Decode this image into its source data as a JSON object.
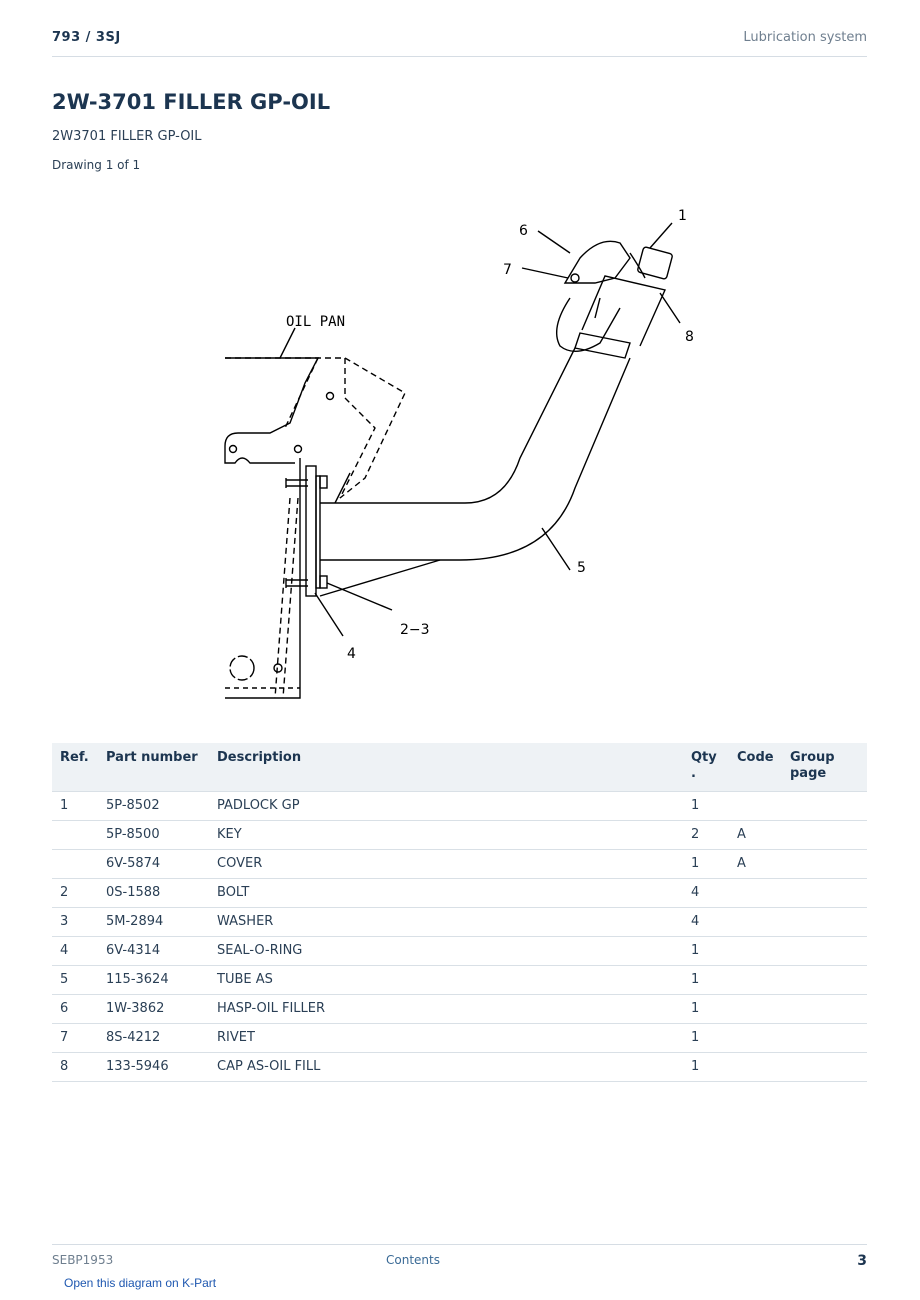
{
  "header": {
    "model": "793  /  3SJ",
    "section": "Lubrication system"
  },
  "title": "2W-3701 FILLER GP-OIL",
  "subtitle": "2W3701 FILLER GP-OIL",
  "drawing_label": "Drawing 1 of 1",
  "diagram": {
    "label_oil_pan": "OIL PAN",
    "callouts": {
      "c1": "1",
      "c5": "5",
      "c6": "6",
      "c7": "7",
      "c8": "8",
      "c23": "2−3",
      "c4": "4"
    }
  },
  "table": {
    "headers": {
      "ref": "Ref.",
      "part": "Part number",
      "desc": "Description",
      "qty": "Qty\n.",
      "code": "Code",
      "group": "Group\npage"
    },
    "rows": [
      {
        "ref": "1",
        "part": "5P-8502",
        "desc": "PADLOCK GP",
        "qty": "1",
        "code": "",
        "group": ""
      },
      {
        "ref": "",
        "part": "5P-8500",
        "desc": "KEY",
        "qty": "2",
        "code": "A",
        "group": ""
      },
      {
        "ref": "",
        "part": "6V-5874",
        "desc": "COVER",
        "qty": "1",
        "code": "A",
        "group": ""
      },
      {
        "ref": "2",
        "part": "0S-1588",
        "desc": "BOLT",
        "qty": "4",
        "code": "",
        "group": ""
      },
      {
        "ref": "3",
        "part": "5M-2894",
        "desc": "WASHER",
        "qty": "4",
        "code": "",
        "group": ""
      },
      {
        "ref": "4",
        "part": "6V-4314",
        "desc": "SEAL-O-RING",
        "qty": "1",
        "code": "",
        "group": ""
      },
      {
        "ref": "5",
        "part": "115-3624",
        "desc": "TUBE AS",
        "qty": "1",
        "code": "",
        "group": ""
      },
      {
        "ref": "6",
        "part": "1W-3862",
        "desc": "HASP-OIL FILLER",
        "qty": "1",
        "code": "",
        "group": ""
      },
      {
        "ref": "7",
        "part": "8S-4212",
        "desc": "RIVET",
        "qty": "1",
        "code": "",
        "group": ""
      },
      {
        "ref": "8",
        "part": "133-5946",
        "desc": "CAP AS-OIL FILL",
        "qty": "1",
        "code": "",
        "group": ""
      }
    ]
  },
  "footer": {
    "doc": "SEBP1953",
    "contents": "Contents",
    "page": "3",
    "kpart_link": "Open this diagram on K-Part"
  }
}
